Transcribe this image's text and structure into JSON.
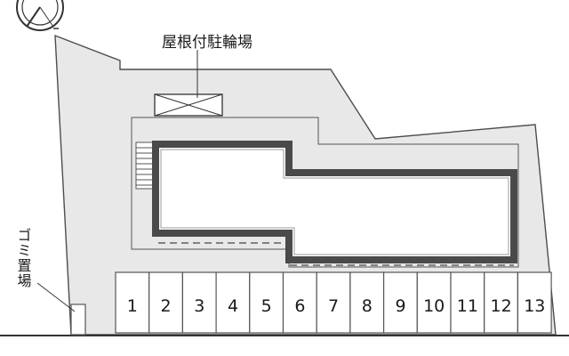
{
  "labels": {
    "bicycle_parking": "屋根付駐輪場",
    "garbage_area": "ゴミ置場"
  },
  "parking_spaces": [
    "1",
    "2",
    "3",
    "4",
    "5",
    "6",
    "7",
    "8",
    "9",
    "10",
    "11",
    "12",
    "13"
  ],
  "colors": {
    "site_fill": "#e8e8e8",
    "outline": "#4d4d4d",
    "building_wall": "#4a4a4a",
    "building_fill": "#ffffff",
    "text": "#1a1a1a"
  }
}
